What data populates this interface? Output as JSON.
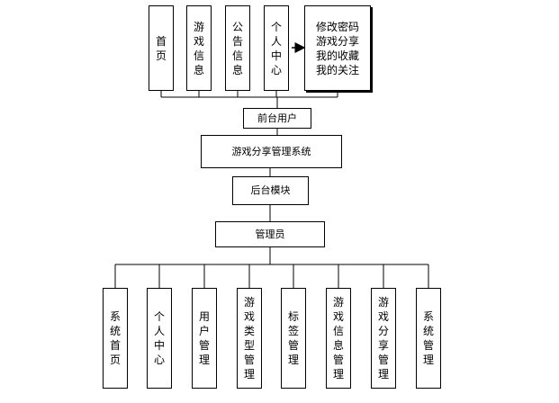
{
  "diagram": {
    "front_pages": [
      "首页",
      "游戏信息",
      "公告信息",
      "个人中心"
    ],
    "personal_menu": [
      "修改密码",
      "游戏分享",
      "我的收藏",
      "我的关注"
    ],
    "front_user": "前台用户",
    "system": "游戏分享管理系统",
    "backend": "后台模块",
    "admin": "管理员",
    "admin_modules": [
      "系统首页",
      "个人中心",
      "用户管理",
      "游戏类型管理",
      "标签管理",
      "游戏信息管理",
      "游戏分享管理",
      "系统管理"
    ]
  }
}
